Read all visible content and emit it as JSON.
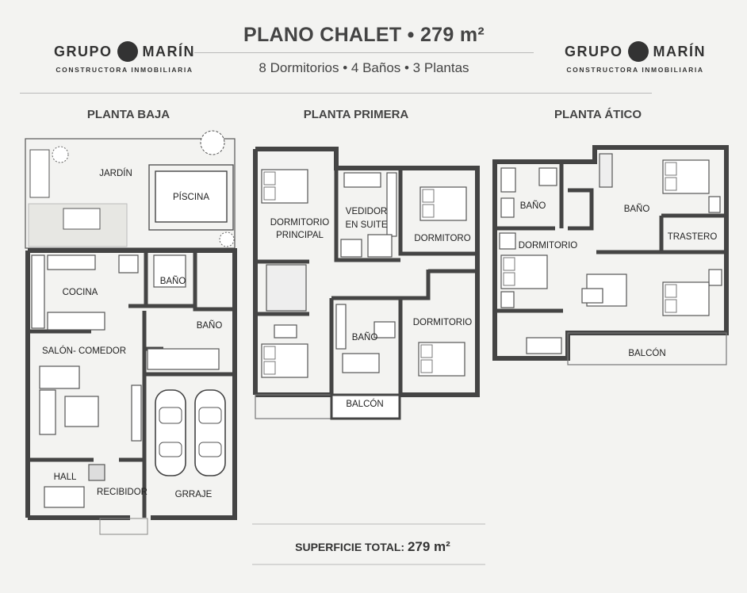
{
  "header": {
    "title": "PLANO CHALET • 279 m²",
    "subtitle": "8 Dormitorios • 4 Baños • 3 Plantas"
  },
  "logo": {
    "left_a": "GRUPO",
    "left_b": "MARÍN",
    "tagline": "CONSTRUCTORA INMOBILIARIA"
  },
  "floors": {
    "baja": "PLANTA BAJA",
    "primera": "PLANTA PRIMERA",
    "atico": "PLANTA ÁTICO"
  },
  "rooms": {
    "jardin": "JARDÍN",
    "piscina": "PÍSCINA",
    "cocina": "COCINA",
    "bano_pb1": "BAÑO",
    "bano_pb2": "BAÑO",
    "salon": "SALÓN- COMEDOR",
    "hall": "HALL",
    "recibidor": "RECIBIDOR",
    "garaje": "GRRAJE",
    "dorm_principal_1": "DORMITORIO",
    "dorm_principal_2": "PRINCIPAL",
    "vestidor_1": "VEDIDOR",
    "vestidor_2": "EN SUITE",
    "dormitoro": "DORMITORO",
    "bano_p1": "BAÑO",
    "dormitorio_p1": "DORMITORIO",
    "balcon_p1": "BALCÓN",
    "bano_a1": "BAÑO",
    "bano_a2": "BAÑO",
    "trastero": "TRASTERO",
    "dormitorio_a": "DORMITORIO",
    "balcon_a": "BALCÓN"
  },
  "footer": {
    "label": "SUPERFICIE TOTAL:",
    "value": "279 m²"
  },
  "colors": {
    "wall": "#444444",
    "line": "#b9b9b9",
    "background": "#f3f3f1"
  }
}
